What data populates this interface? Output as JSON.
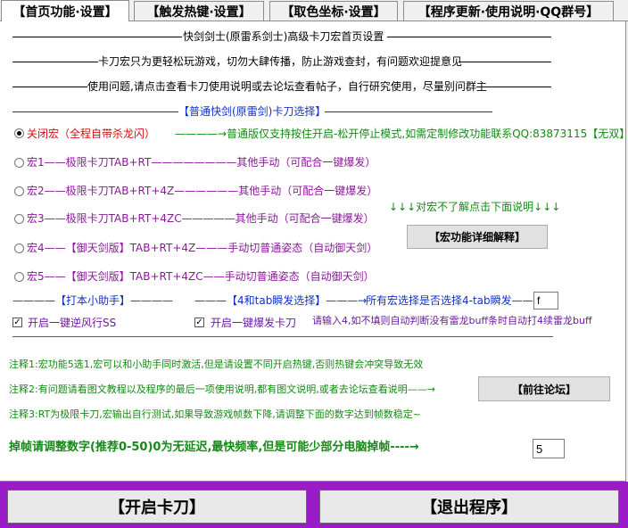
{
  "tabs": [
    {
      "label": "【首页功能·设置】"
    },
    {
      "label": "【触发热键·设置】"
    },
    {
      "label": "【取色坐标·设置】"
    },
    {
      "label": "【程序更新·使用说明·QQ群号】"
    }
  ],
  "header": {
    "line1": "快剑剑士(原雷系剑士)高级卡刀宏首页设置",
    "line2": "卡刀宏只为更轻松玩游戏，切勿大肆传播，防止游戏查封，有问题欢迎提意见",
    "line3": "使用问题,请点击查看卡刀使用说明或去论坛查看帖子，自行研究使用，尽量别问群主"
  },
  "section_title": "【普通快剑(原雷剑)卡刀选择】",
  "macros": [
    {
      "label": "关闭宏（全程自带杀龙闪）",
      "checked": true
    },
    {
      "label": "宏1——极限卡刀TAB+RT————————其他手动（可配合一键爆发）",
      "checked": false
    },
    {
      "label": "宏2——极限卡刀TAB+RT+4Z——————其他手动（可配合一键爆发）",
      "checked": false
    },
    {
      "label": "宏3——极限卡刀TAB+RT+4ZC—————其他手动（可配合一键爆发）",
      "checked": false
    },
    {
      "label": "宏4——【御天剑版】TAB+RT+4Z———手动切普通姿态（自动御天剑）",
      "checked": false
    },
    {
      "label": "宏5——【御天剑版】TAB+RT+4ZC——手动切普通姿态（自动御天剑）",
      "checked": false
    }
  ],
  "note_normal": "————→普通版仅支持按住开启-松开停止模式,如需定制修改功能联系QQ:83873115【无双】",
  "arrows_hint": "↓↓↓对宏不了解点击下面说明↓↓↓",
  "detail_button": "【宏功能详细解释】",
  "helper_label": "————【打本小助手】————",
  "tab_burst_label": "———【4和tab瞬发选择】———→",
  "all_macro_label": "所有宏选择是否选择4-tab瞬发——→",
  "tab_burst_value": "f",
  "check_wind": {
    "label": "开启一键逆风行SS",
    "checked": true
  },
  "check_burst": {
    "label": "开启一键爆发卡刀",
    "checked": true
  },
  "input_hint": "请输入4,如不填则自动判断没有雷龙buff条时自动打4续雷龙buff",
  "notes": [
    "注释1:宏功能5选1,宏可以和小助手同时激活,但是请设置不同开启热键,否则热键会冲突导致无效",
    "注释2:有问题请看图文教程以及程序的最后一项使用说明,都有图文说明,或者去论坛查看说明——→",
    "注释3:RT为极限卡刀,宏输出自行测试,如果导致游戏帧数下降,请调整下面的数字达到帧数稳定~"
  ],
  "forum_button": "【前往论坛】",
  "fps_label": "掉帧请调整数字(推荐0-50)0为无延迟,最快频率,但是可能少部分电脑掉帧----→",
  "fps_value": "5",
  "start_button": "【开启卡刀】",
  "exit_button": "【退出程序】"
}
